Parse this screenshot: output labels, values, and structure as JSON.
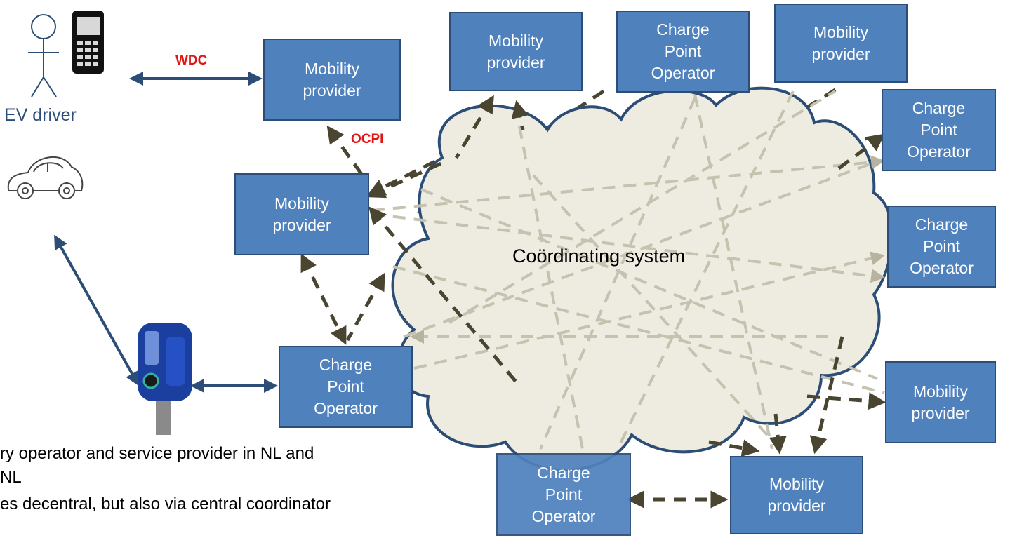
{
  "labels": {
    "ev_driver": "EV driver",
    "wdc": "WDC",
    "ocpi": "OCPI",
    "coordinating_system": "Coördinating system"
  },
  "nodes": {
    "mp_main": [
      "Mobility",
      "provider"
    ],
    "mp_left": [
      "Mobility",
      "provider"
    ],
    "cpo_left": [
      "Charge",
      "Point",
      "Operator"
    ],
    "mp_top1": [
      "Mobility",
      "provider"
    ],
    "cpo_top": [
      "Charge",
      "Point",
      "Operator"
    ],
    "mp_top2": [
      "Mobility",
      "provider"
    ],
    "cpo_right1": [
      "Charge",
      "Point",
      "Operator"
    ],
    "cpo_right2": [
      "Charge",
      "Point",
      "Operator"
    ],
    "mp_right": [
      "Mobility",
      "provider"
    ],
    "mp_bottom": [
      "Mobility",
      "provider"
    ],
    "cpo_bottom": [
      "Charge",
      "Point",
      "Operator"
    ]
  },
  "bullets": [
    "ry operator and service provider in NL and",
    " NL",
    "es decentral, but also via central coordinator"
  ],
  "colors": {
    "box_fill": "#4f81bd",
    "box_border": "#2c4d75",
    "solid_arrow": "#2c4d75",
    "dashed_arrow": "#4a4530",
    "cloud_fill": "#eeece1",
    "protocol_text": "#e21414"
  },
  "icons": [
    "person-icon",
    "mobile-phone-icon",
    "car-icon",
    "charging-station-icon"
  ]
}
